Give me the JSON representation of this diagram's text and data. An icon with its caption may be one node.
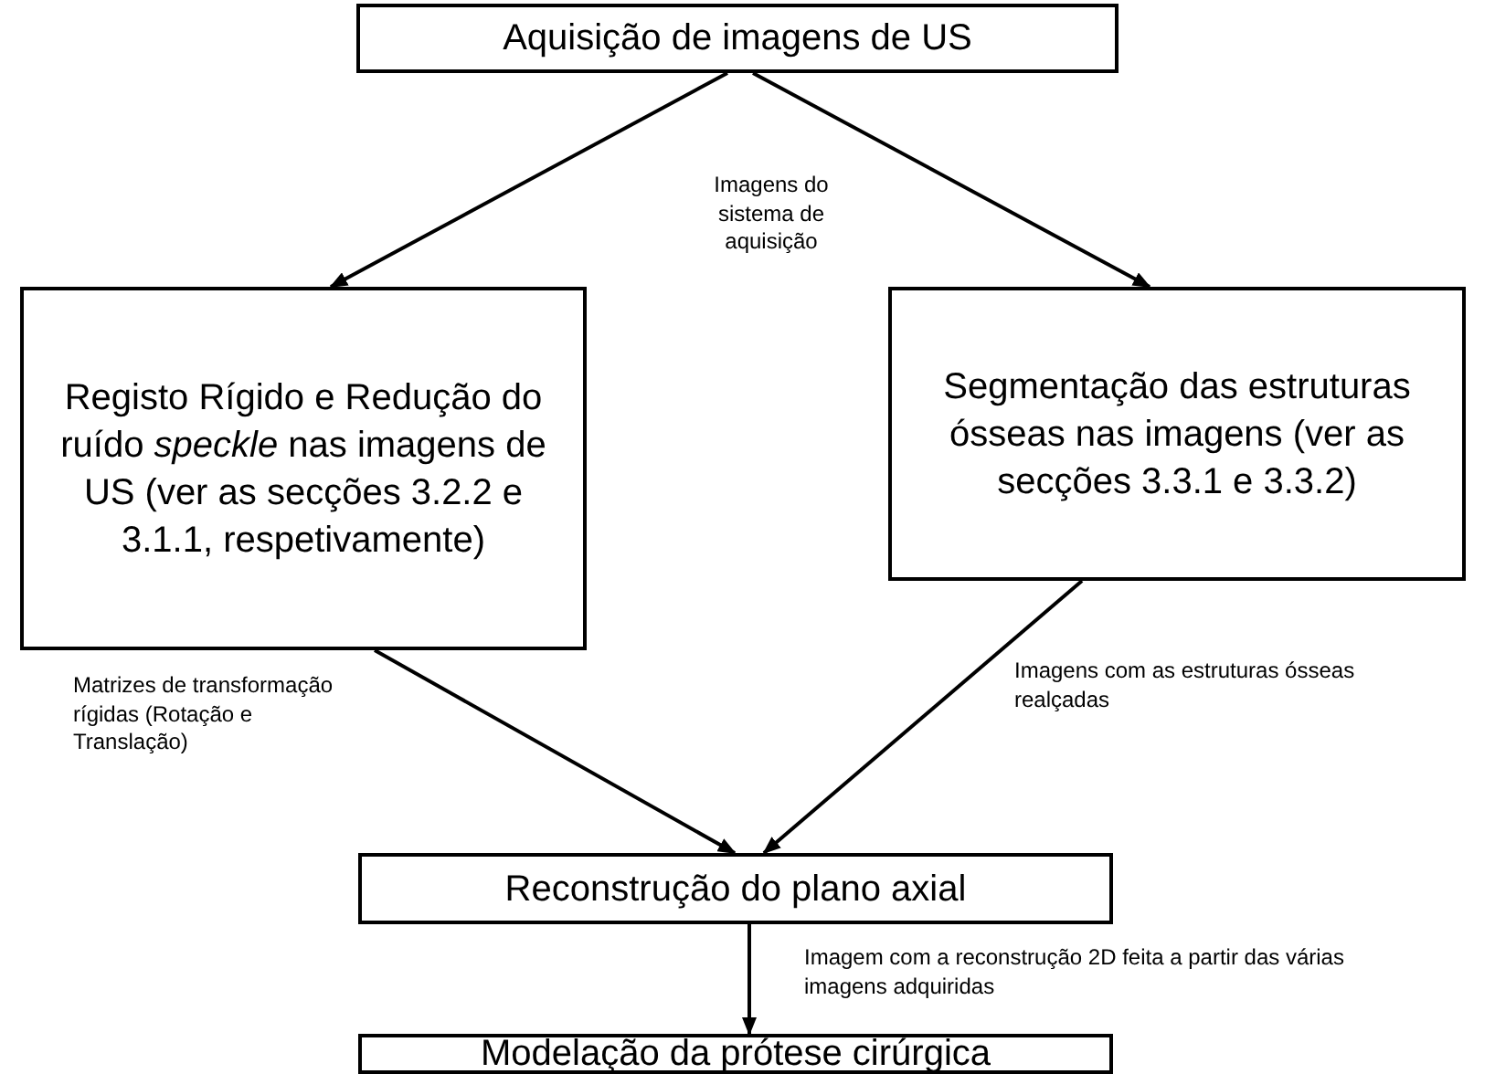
{
  "diagram": {
    "nodes": [
      {
        "text": [
          "Aquisição de imagens de US"
        ]
      },
      {
        "text": [
          "Registo Rígido e Redução do ruído *speckle* nas imagens de US (ver as secções 3.2.2 e 3.1.1, respetivamente)"
        ]
      },
      {
        "text": [
          "Segmentação das estruturas ósseas nas imagens (ver as secções 3.3.1 e 3.3.2)"
        ]
      },
      {
        "text": [
          "Reconstrução do plano axial"
        ]
      },
      {
        "text": [
          "Modelação da prótese cirúrgica"
        ]
      }
    ],
    "edges": [
      {
        "from": 0,
        "to": 1,
        "arrow": "to"
      },
      {
        "from": 0,
        "to": 2,
        "arrow": "to"
      },
      {
        "from": 1,
        "to": 3,
        "arrow": "to",
        "label": "Matrizes de transformação rígidas (Rotação e Translação)"
      },
      {
        "from": 2,
        "to": 3,
        "arrow": "to",
        "label": "Imagens com as estruturas ósseas realçadas"
      },
      {
        "from": 3,
        "to": 4,
        "arrow": "to",
        "label": "Imagem com a reconstrução 2D feita  a partir das várias imagens adquiridas"
      }
    ],
    "labels": [
      "Imagens do sistema de aquisição"
    ]
  }
}
